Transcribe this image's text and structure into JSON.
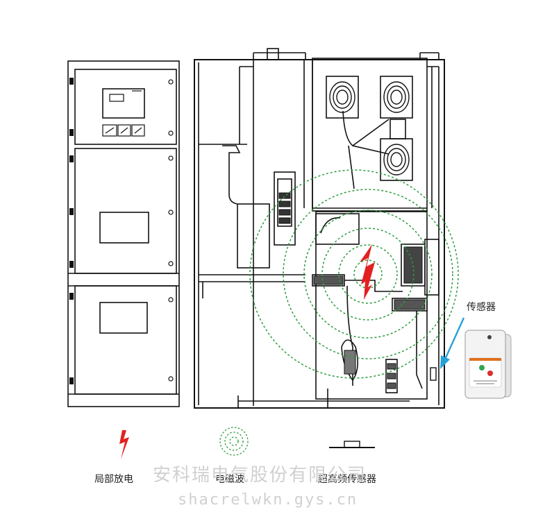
{
  "labels": {
    "sensor_callout": "传感器",
    "legend_partial_discharge": "局部放电",
    "legend_em_wave": "电磁波",
    "legend_uhf_sensor": "超高频传感器"
  },
  "watermark": {
    "company": "安科瑞电气股份有限公司",
    "site": "shacrelwkn.gys.cn"
  },
  "colors": {
    "line": "#111111",
    "wave": "#2a9d3a",
    "discharge": "#e32020",
    "arrow": "#27a0d8",
    "sensor_led_green": "#2fa84f",
    "sensor_led_red": "#d93030",
    "sensor_stripe": "#e07020"
  }
}
